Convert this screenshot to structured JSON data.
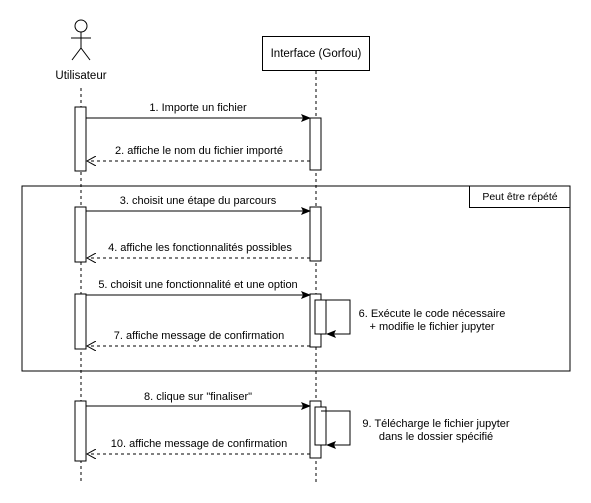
{
  "actor": {
    "name": "Utilisateur"
  },
  "participant": {
    "name": "Interface (Gorfou)"
  },
  "fragment": {
    "label": "Peut être répété"
  },
  "messages": [
    {
      "text": "1. Importe un fichier",
      "kind": "sync"
    },
    {
      "text": "2. affiche le nom du fichier importé",
      "kind": "return"
    },
    {
      "text": "3. choisit une étape du parcours",
      "kind": "sync"
    },
    {
      "text": "4. affiche les fonctionnalités possibles",
      "kind": "return"
    },
    {
      "text": "5. choisit une fonctionnalité et une option",
      "kind": "sync"
    },
    {
      "text": "6. Exécute le code nécessaire + modifie le fichier jupyter",
      "kind": "self"
    },
    {
      "text": "7. affiche message de confirmation",
      "kind": "return"
    },
    {
      "text": "8. clique sur \"finaliser\"",
      "kind": "sync"
    },
    {
      "text": "9. Télécharge le fichier jupyter dans le dossier spécifié",
      "kind": "self"
    },
    {
      "text": "10. affiche message de confirmation",
      "kind": "return"
    }
  ]
}
